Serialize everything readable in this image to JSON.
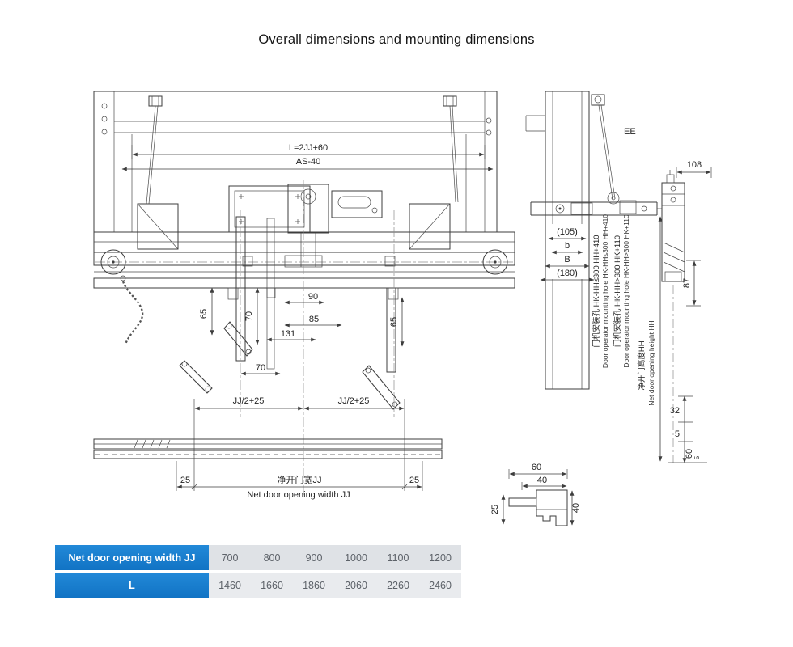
{
  "title": "Overall dimensions and mounting dimensions",
  "front_view": {
    "l_formula": "L=2JJ+60",
    "model": "AS-40",
    "dim_65_left": "65",
    "dim_70_upper": "70",
    "dim_90": "90",
    "dim_85": "85",
    "dim_131": "131",
    "dim_70_lower": "70",
    "dim_65_right": "65",
    "jj_half_left": "JJ/2+25",
    "jj_half_right": "JJ/2+25",
    "dim_25_left": "25",
    "net_width_cn": "净开门宽JJ",
    "dim_25_right": "25",
    "net_width_en": "Net door opening width JJ"
  },
  "side_view": {
    "ee": "EE",
    "dim_108": "108",
    "dim_105": "(105)",
    "dim_b": "b",
    "dim_B": "B",
    "dim_180": "(180)",
    "hole1_cn": "门机安装孔 HK-HH≤300 HH+410",
    "hole1_en": "Door operator mounting hole HK-HH≤300 HH+410",
    "hole2_cn": "门机安装孔 HK-HH>300 HK+110",
    "hole2_en": "Door operator mounting hole HK-HH>300 HK+110",
    "net_height_cn": "净开门高度HH",
    "net_height_en": "Net door opening height HH",
    "dim_87": "87",
    "dim_32": "32",
    "dim_5a": "5",
    "dim_60": "60",
    "dim_5b": "5"
  },
  "section_view": {
    "dim_60": "60",
    "dim_40_top": "40",
    "dim_25": "25",
    "dim_40_side": "40"
  },
  "table": {
    "row1_header": "Net door opening width JJ",
    "row1_values": [
      "700",
      "800",
      "900",
      "1000",
      "1100",
      "1200"
    ],
    "row2_header": "L",
    "row2_values": [
      "1460",
      "1660",
      "1860",
      "2060",
      "2260",
      "2460"
    ]
  },
  "colors": {
    "table_header_blue": "#1b80d2",
    "table_row1_bg": "#dfe2e6",
    "table_row2_bg": "#e9ebee",
    "line": "#3d3d3d"
  }
}
